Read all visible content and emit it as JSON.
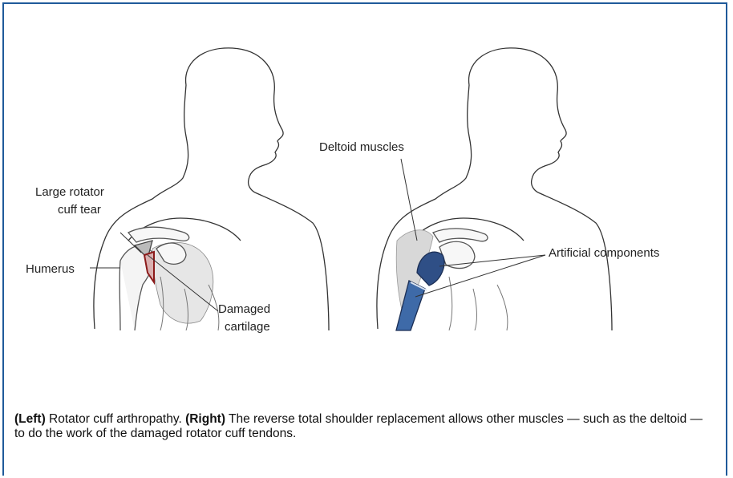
{
  "figure": {
    "left_labels": {
      "tear_line1": "Large rotator",
      "tear_line2": "cuff tear",
      "humerus": "Humerus",
      "damaged_line1": "Damaged",
      "damaged_line2": "cartilage"
    },
    "right_labels": {
      "deltoid": "Deltoid muscles",
      "artificial": "Artificial components"
    },
    "colors": {
      "frame": "#1f5a9a",
      "tear_outline": "#8b1a1a",
      "implant": "#2f4f86",
      "muscle_fill": "#d8d8d8"
    }
  },
  "caption": {
    "left_tag": "(Left)",
    "left_text": " Rotator cuff arthropathy. ",
    "right_tag": "(Right)",
    "right_text": " The reverse total shoulder replacement allows other muscles — such as the deltoid — to do the work of the damaged rotator cuff tendons."
  }
}
